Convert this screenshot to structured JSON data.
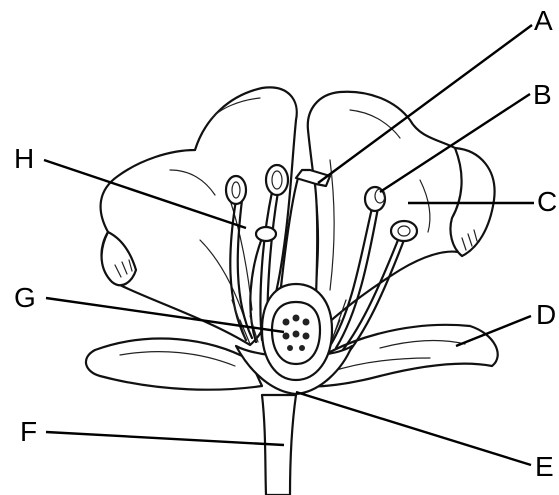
{
  "diagram": {
    "labels": {
      "a": "A",
      "b": "B",
      "c": "C",
      "d": "D",
      "e": "E",
      "f": "F",
      "g": "G",
      "h": "H"
    }
  }
}
